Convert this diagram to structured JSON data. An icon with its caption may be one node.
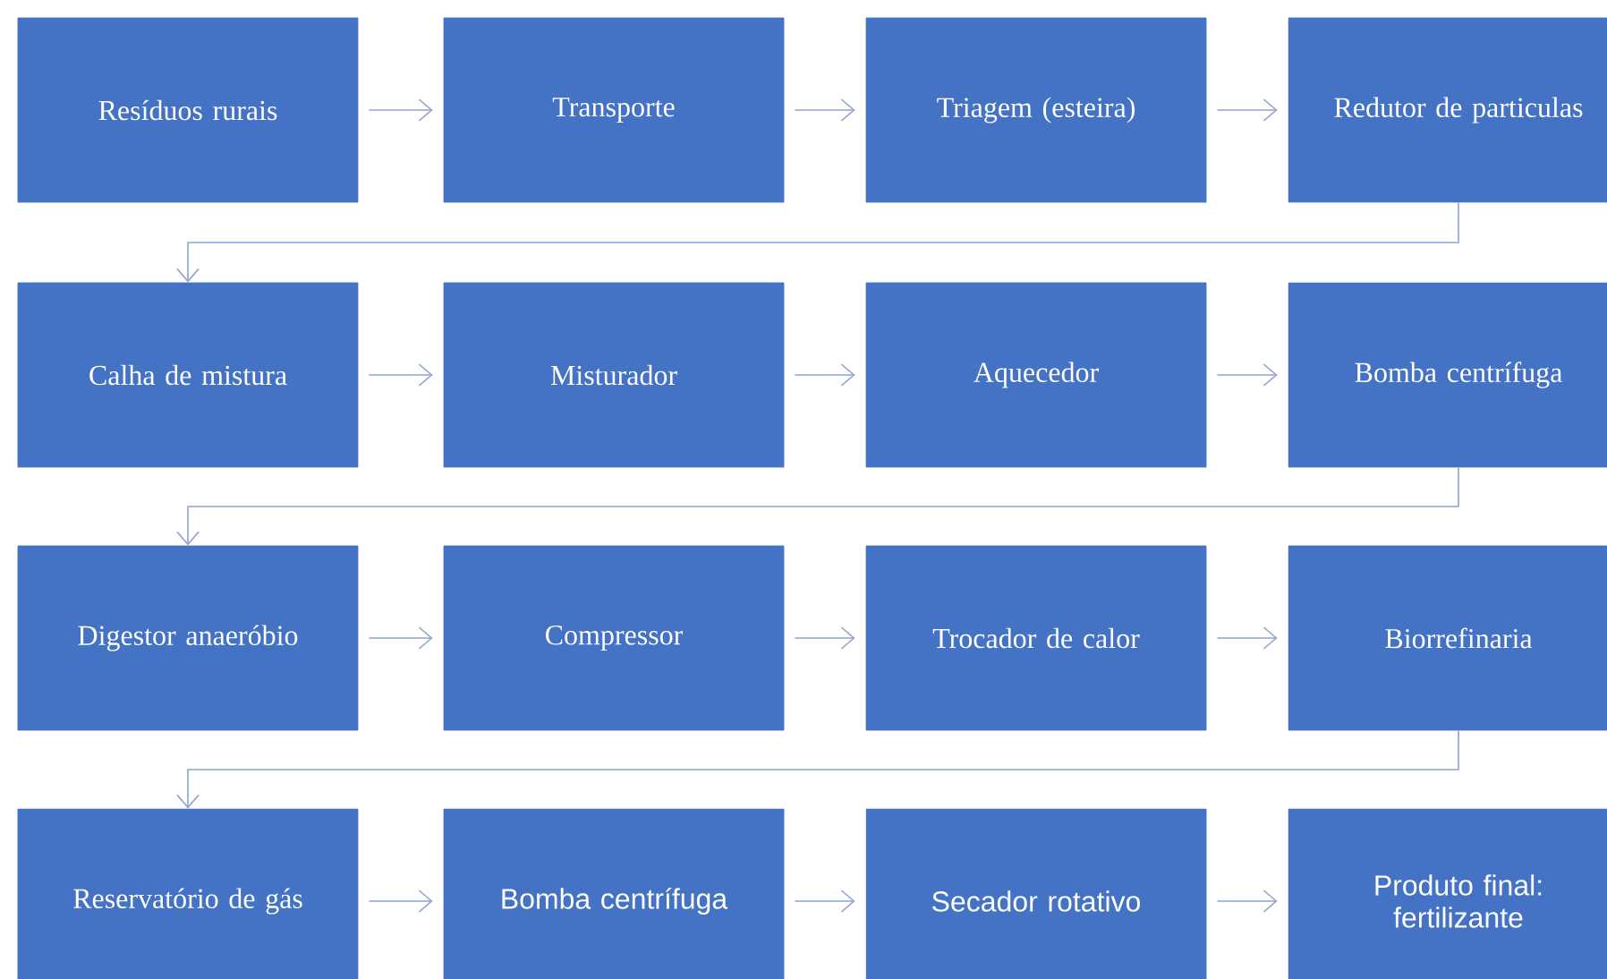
{
  "diagram": {
    "nodes": [
      {
        "text": [
          "Resíduos rurais"
        ]
      },
      {
        "text": [
          "Transporte"
        ]
      },
      {
        "text": [
          "Triagem (esteira)"
        ]
      },
      {
        "text": [
          "Redutor de particulas"
        ]
      },
      {
        "text": [
          "Calha de mistura"
        ]
      },
      {
        "text": [
          "Misturador"
        ]
      },
      {
        "text": [
          "Aquecedor"
        ]
      },
      {
        "text": [
          "Bomba centrífuga"
        ]
      },
      {
        "text": [
          "Digestor anaeróbio"
        ]
      },
      {
        "text": [
          "Compressor"
        ]
      },
      {
        "text": [
          "Trocador de calor"
        ]
      },
      {
        "text": [
          "Biorrefinaria"
        ]
      },
      {
        "text": [
          "Reservatório de gás"
        ]
      },
      {
        "text": [
          "Bomba centrífuga"
        ]
      },
      {
        "text": [
          "Secador rotativo"
        ]
      },
      {
        "text": [
          "Produto final: fertilizante"
        ]
      }
    ],
    "edges": [
      {
        "from": 0,
        "to": 1,
        "arrow": "to"
      },
      {
        "from": 1,
        "to": 2,
        "arrow": "to"
      },
      {
        "from": 2,
        "to": 3,
        "arrow": "to"
      },
      {
        "from": 3,
        "to": 4,
        "arrow": "to"
      },
      {
        "from": 4,
        "to": 5,
        "arrow": "to"
      },
      {
        "from": 5,
        "to": 6,
        "arrow": "to"
      },
      {
        "from": 6,
        "to": 7,
        "arrow": "to"
      },
      {
        "from": 7,
        "to": 8,
        "arrow": "to"
      },
      {
        "from": 8,
        "to": 9,
        "arrow": "to"
      },
      {
        "from": 9,
        "to": 10,
        "arrow": "to"
      },
      {
        "from": 10,
        "to": 11,
        "arrow": "to"
      },
      {
        "from": 11,
        "to": 12,
        "arrow": "to"
      },
      {
        "from": 12,
        "to": 13,
        "arrow": "to"
      },
      {
        "from": 13,
        "to": 14,
        "arrow": "to"
      },
      {
        "from": 14,
        "to": 15,
        "arrow": "to"
      }
    ]
  }
}
